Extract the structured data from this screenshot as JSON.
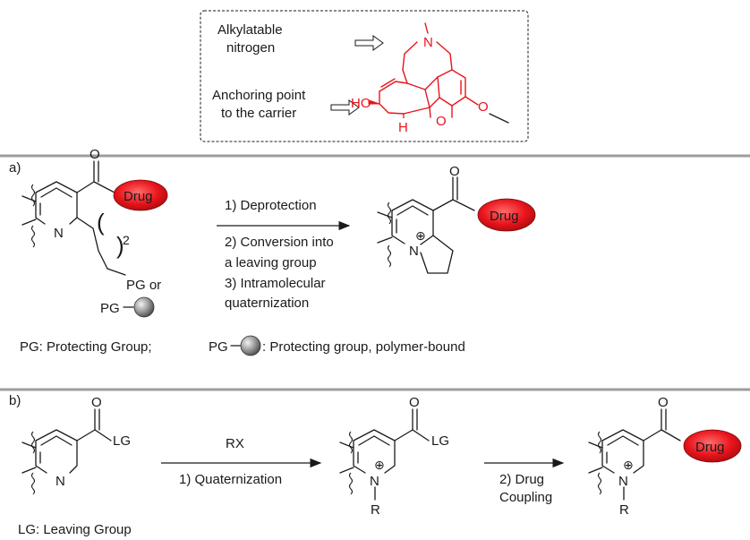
{
  "top_box": {
    "label_alkylatable_1": "Alkylatable",
    "label_alkylatable_2": "nitrogen",
    "label_anchor_1": "Anchoring point",
    "label_anchor_2": "to  the carrier",
    "atom_N": "N",
    "atom_HO": "HO",
    "atom_O_ring": "O",
    "atom_H": "H",
    "atom_O_methoxy": "O",
    "structure_color": "#e8131b"
  },
  "panel_a": {
    "label": "a)",
    "carbonyl_O_left": "O",
    "drug_left": "Drug",
    "ring_N_left": "N",
    "chain_subscript": "2",
    "pg_or": "PG or",
    "pg_bead": "PG",
    "step1": "1) Deprotection",
    "step2_line1": "2) Conversion into",
    "step2_line2": "a leaving group",
    "step3_line1": "3) Intramolecular",
    "step3_line2": "quaternization",
    "carbonyl_O_right": "O",
    "drug_right": "Drug",
    "ring_N_right": "N",
    "charge": "⊕",
    "legend_pg": "PG: Protecting Group;",
    "legend_bead_pg": "PG",
    "legend_bead_text": ": Protecting group, polymer-bound"
  },
  "panel_b": {
    "label": "b)",
    "carbonyl_O_1": "O",
    "lg_1": "LG",
    "ring_N_1": "N",
    "reagent": "RX",
    "step1": "1) Quaternization",
    "carbonyl_O_2": "O",
    "lg_2": "LG",
    "ring_N_2": "N",
    "charge_2": "⊕",
    "R_2": "R",
    "step2_line1": "2) Drug",
    "step2_line2": "Coupling",
    "carbonyl_O_3": "O",
    "drug_3": "Drug",
    "ring_N_3": "N",
    "charge_3": "⊕",
    "R_3": "R",
    "legend_lg": "LG: Leaving Group"
  },
  "colors": {
    "drug_fill": "#e8131b",
    "separator": "#9c9c9c",
    "bead_fill": "#8a8a8a"
  }
}
